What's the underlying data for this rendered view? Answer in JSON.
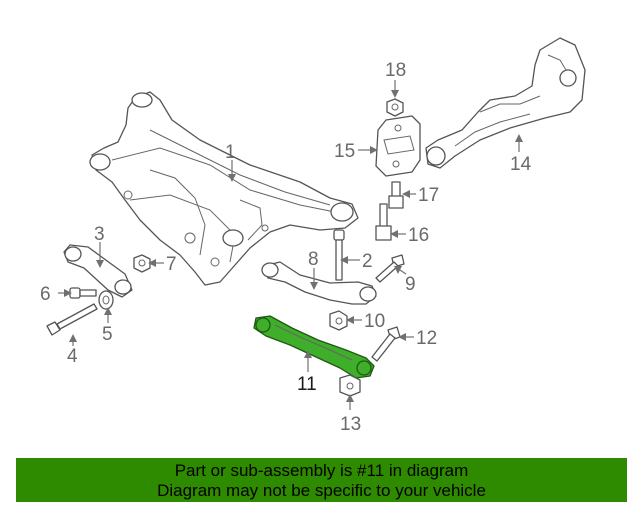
{
  "diagram": {
    "highlight_color": "#3fae2a",
    "labels": [
      {
        "id": "1",
        "text": "1"
      },
      {
        "id": "2",
        "text": "2"
      },
      {
        "id": "3",
        "text": "3"
      },
      {
        "id": "4",
        "text": "4"
      },
      {
        "id": "5",
        "text": "5"
      },
      {
        "id": "6",
        "text": "6"
      },
      {
        "id": "7",
        "text": "7"
      },
      {
        "id": "8",
        "text": "8"
      },
      {
        "id": "9",
        "text": "9"
      },
      {
        "id": "10",
        "text": "10"
      },
      {
        "id": "11",
        "text": "11"
      },
      {
        "id": "12",
        "text": "12"
      },
      {
        "id": "13",
        "text": "13"
      },
      {
        "id": "14",
        "text": "14"
      },
      {
        "id": "15",
        "text": "15"
      },
      {
        "id": "16",
        "text": "16"
      },
      {
        "id": "17",
        "text": "17"
      },
      {
        "id": "18",
        "text": "18"
      }
    ]
  },
  "footer": {
    "color": "#2e8b00",
    "line1": "Part or sub-assembly is #11 in diagram",
    "line2": "Diagram may not be specific to your vehicle"
  }
}
